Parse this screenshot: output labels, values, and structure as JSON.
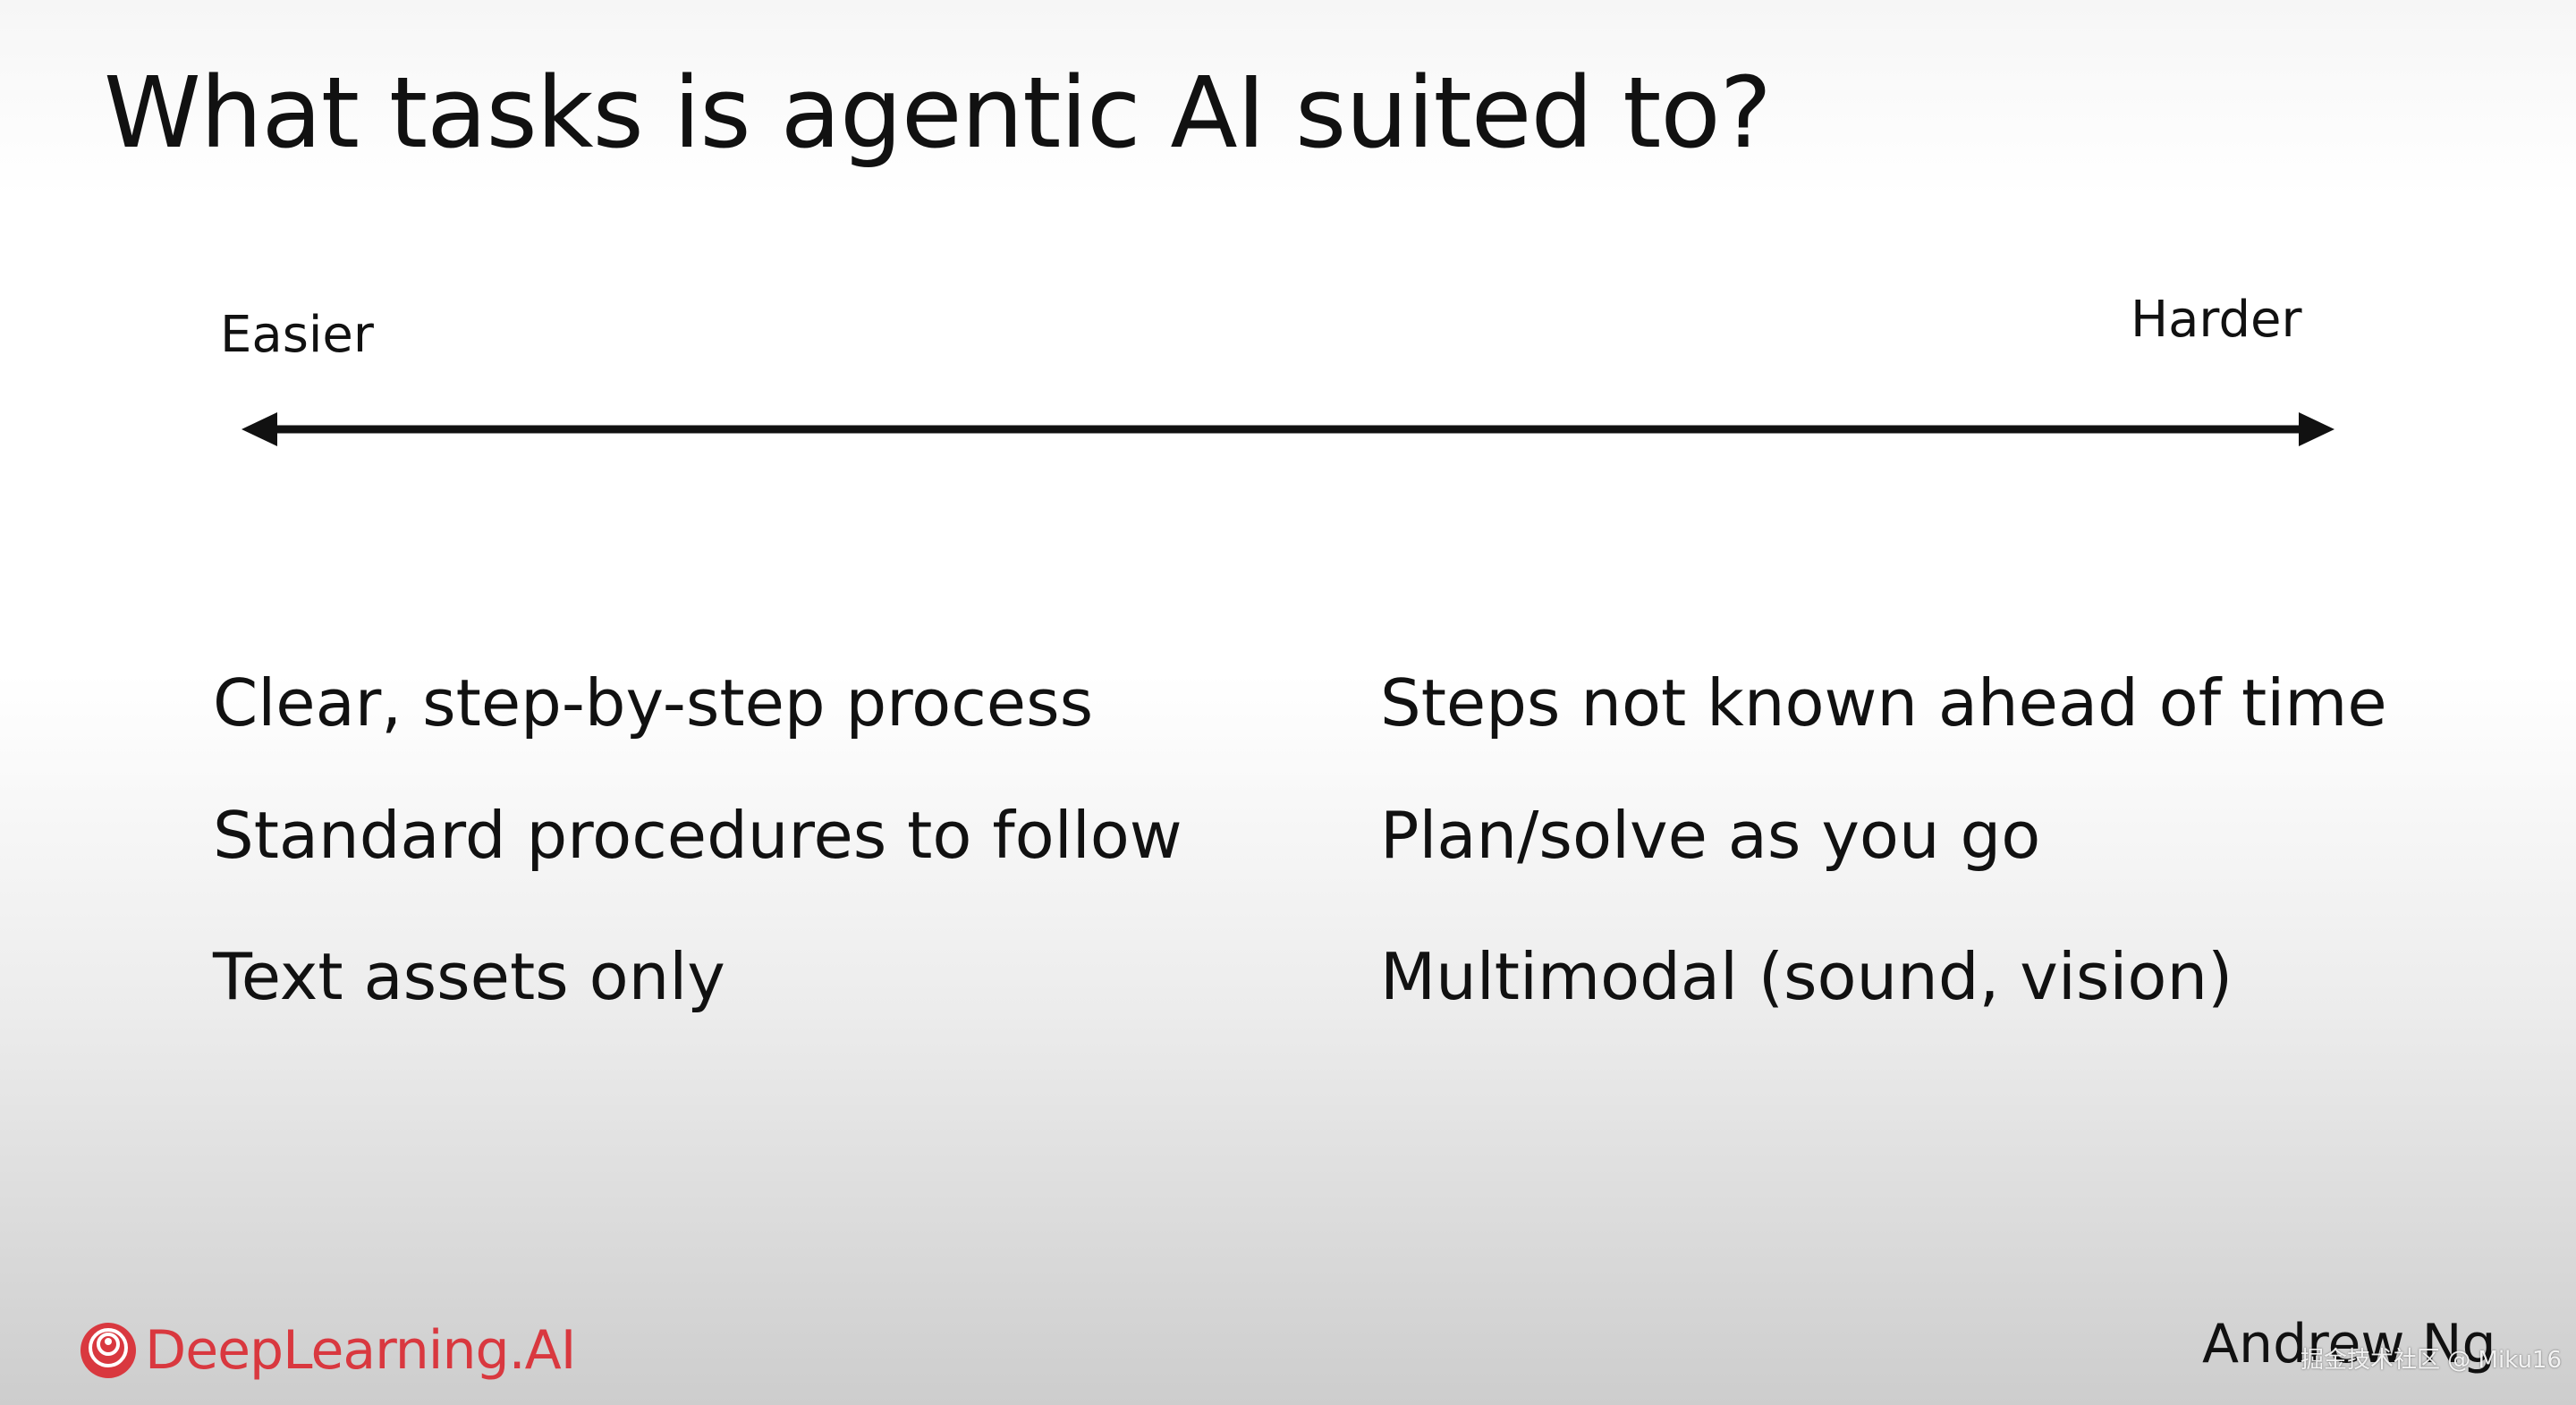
{
  "slide": {
    "title": "What tasks is agentic AI suited to?"
  },
  "scale": {
    "easier_label": "Easier",
    "harder_label": "Harder"
  },
  "left_column": {
    "items": [
      "Clear, step-by-step process",
      "Standard procedures to follow",
      "Text assets only"
    ]
  },
  "right_column": {
    "items": [
      "Steps not known ahead of time",
      "Plan/solve as you go",
      "Multimodal (sound, vision)"
    ]
  },
  "footer": {
    "brand": "DeepLearning.AI",
    "author": "Andrew Ng",
    "watermark": "掘金技术社区 @ Miku16"
  },
  "colors": {
    "text": "#111111",
    "brand": "#d9383f"
  },
  "icons": {
    "brand_logo": "deeplearning-ai-logo-icon",
    "scale_arrow": "double-headed-arrow-icon"
  }
}
